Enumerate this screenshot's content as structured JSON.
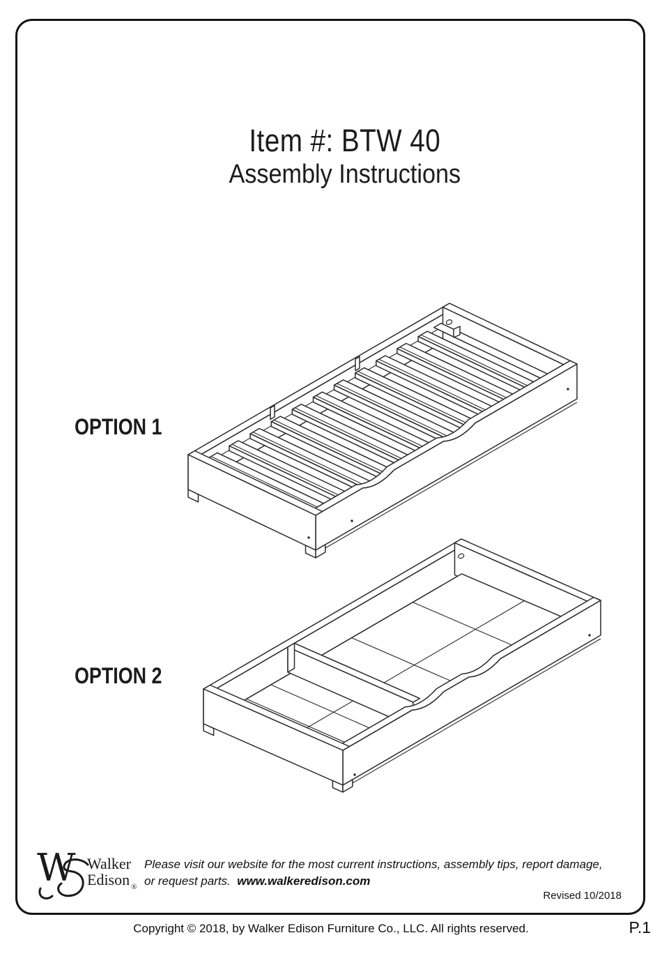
{
  "doc": {
    "title": "Item #: BTW 40",
    "subtitle": "Assembly Instructions",
    "option1_label": "OPTION 1",
    "option2_label": "OPTION 2"
  },
  "logo": {
    "monogram": "W",
    "brand_line1": "Walker",
    "brand_line2": "Edison",
    "registered_mark": "®"
  },
  "footer": {
    "note_line1": "Please visit our website for the most current instructions, assembly tips, report damage,",
    "note_line2_prefix": "or request parts.",
    "website": "www.walkeredison.com",
    "revised": "Revised 10/2018"
  },
  "pagebar": {
    "copyright": "Copyright  © 2018, by Walker Edison Furniture Co., LLC. All rights reserved.",
    "page_number": "P.1"
  }
}
